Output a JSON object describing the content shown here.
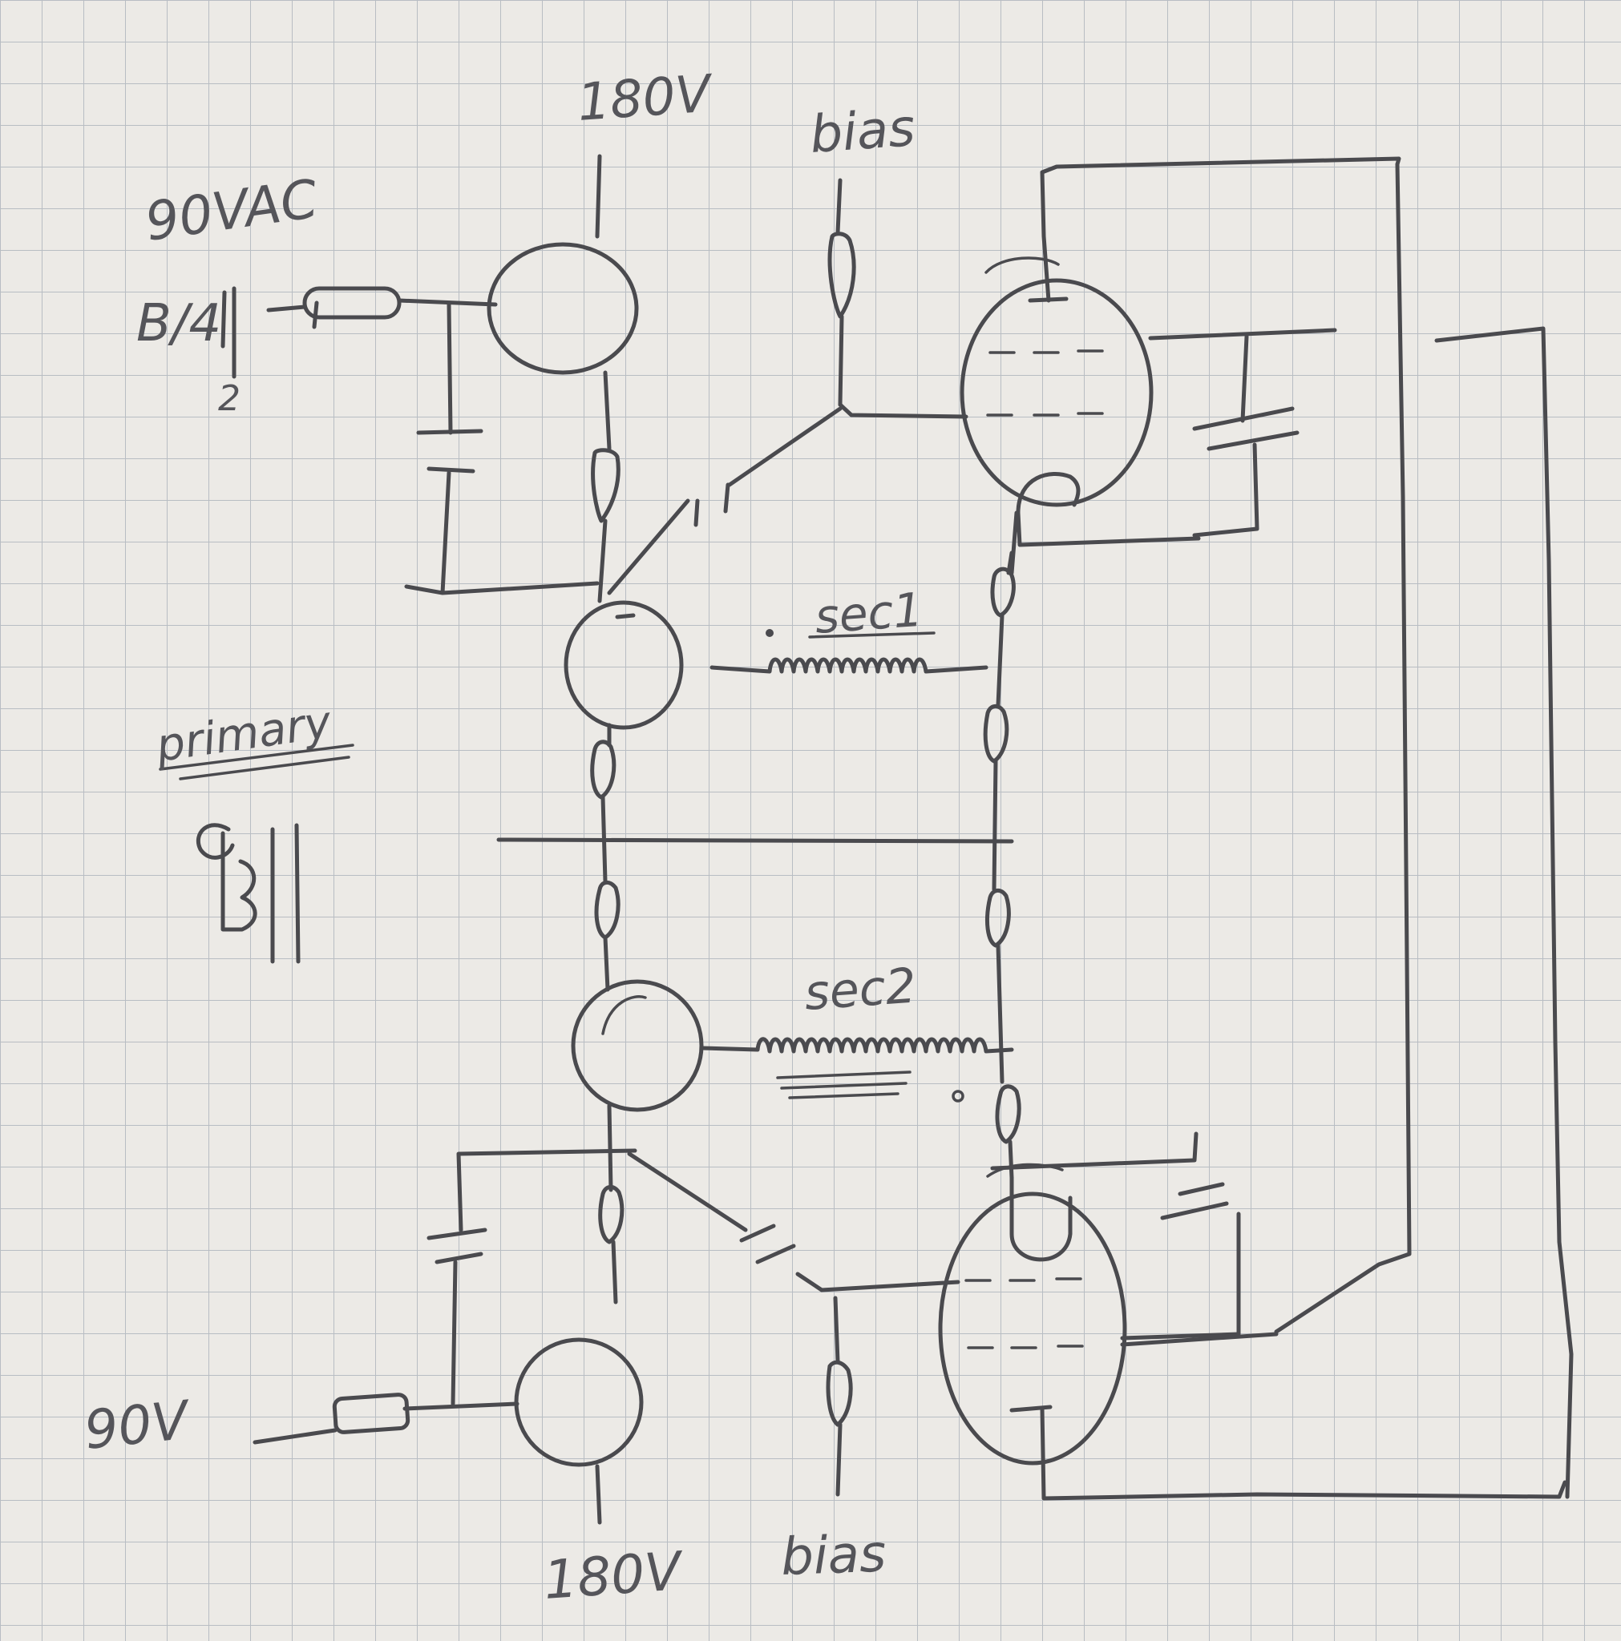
{
  "labels": {
    "v_top": "180V",
    "v_bottom": "180V",
    "bias_top": "bias",
    "bias_bottom": "bias",
    "input_top": "90VAC",
    "input_bottom": "90V",
    "sec1": "sec1",
    "sec2": "sec2",
    "primary": "primary",
    "primary_mark": "B",
    "src_mark": "B/4",
    "fraction_mark": "2"
  },
  "colors": {
    "paper": "#eceae6",
    "grid": "#8e96a6",
    "ink": "#4a4a4e"
  }
}
